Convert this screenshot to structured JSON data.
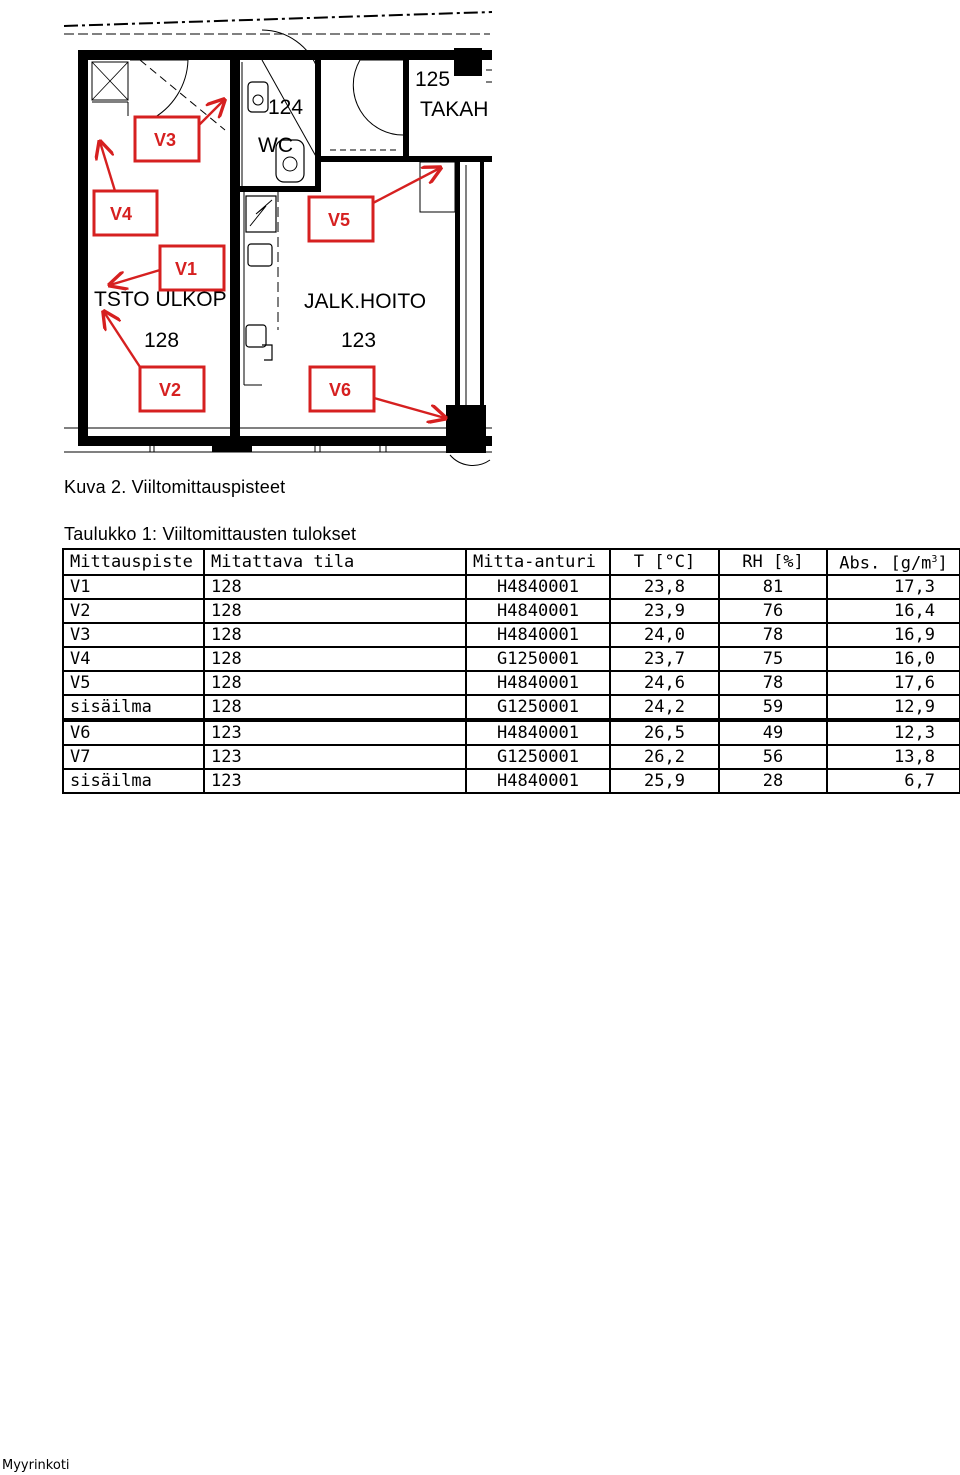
{
  "floorplan": {
    "rooms": [
      {
        "number": "125",
        "name": "TAKAH"
      },
      {
        "number": "124",
        "name": "WC"
      },
      {
        "number": "128",
        "name": "TSTO ULKOP"
      },
      {
        "number": "123",
        "name": "JALK.HOITO"
      }
    ],
    "measurement_points": [
      "V1",
      "V2",
      "V3",
      "V4",
      "V5",
      "V6"
    ],
    "marker_color": "#d62020"
  },
  "figure_caption": "Kuva 2. Viiltomittauspisteet",
  "table_caption": "Taulukko 1: Viiltomittausten tulokset",
  "table": {
    "headers": {
      "point": "Mittauspiste",
      "room": "Mitattava tila",
      "sensor": "Mitta-anturi",
      "temp": "T [°C]",
      "rh": "RH [%]",
      "abs_base": "Abs. [g/m",
      "abs_sup": "3",
      "abs_end": "]"
    },
    "rows": [
      {
        "point": "V1",
        "room": "128",
        "sensor": "H4840001",
        "temp": "23,8",
        "rh": "81",
        "abs": "17,3"
      },
      {
        "point": "V2",
        "room": "128",
        "sensor": "H4840001",
        "temp": "23,9",
        "rh": "76",
        "abs": "16,4"
      },
      {
        "point": "V3",
        "room": "128",
        "sensor": "H4840001",
        "temp": "24,0",
        "rh": "78",
        "abs": "16,9"
      },
      {
        "point": "V4",
        "room": "128",
        "sensor": "G1250001",
        "temp": "23,7",
        "rh": "75",
        "abs": "16,0"
      },
      {
        "point": "V5",
        "room": "128",
        "sensor": "H4840001",
        "temp": "24,6",
        "rh": "78",
        "abs": "17,6"
      },
      {
        "point": "sisäilma",
        "room": "128",
        "sensor": "G1250001",
        "temp": "24,2",
        "rh": "59",
        "abs": "12,9"
      },
      {
        "point": "V6",
        "room": "123",
        "sensor": "H4840001",
        "temp": "26,5",
        "rh": "49",
        "abs": "12,3"
      },
      {
        "point": "V7",
        "room": "123",
        "sensor": "G1250001",
        "temp": "26,2",
        "rh": "56",
        "abs": "13,8"
      },
      {
        "point": "sisäilma",
        "room": "123",
        "sensor": "H4840001",
        "temp": "25,9",
        "rh": "28",
        "abs": "6,7"
      }
    ]
  },
  "footer": "Myyrinkoti"
}
